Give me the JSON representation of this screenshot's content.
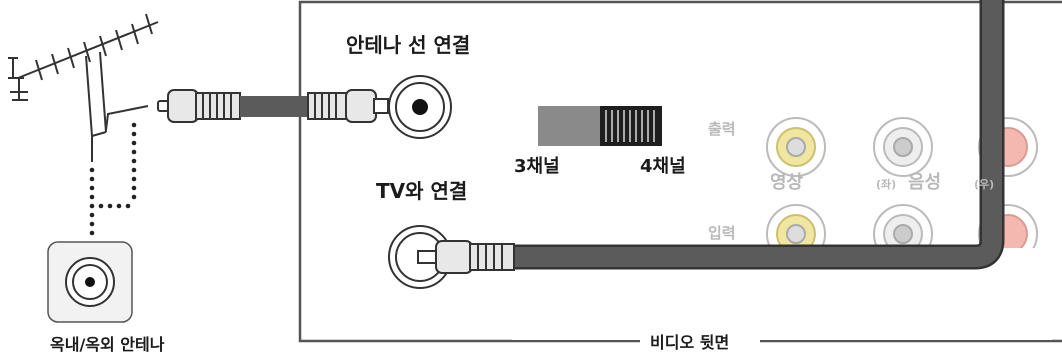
{
  "labels": {
    "antenna_connect": "안테나 선 연결",
    "tv_connect": "TV와 연결",
    "channel_3": "3채널",
    "channel_4": "4채널",
    "output": "출력",
    "input": "입력",
    "video": "영상",
    "left": "(좌)",
    "audio": "음성",
    "right": "(우)",
    "indoor_outdoor_antenna": "옥내/옥외 안테나",
    "vcr_rear": "비디오 뒷면"
  },
  "channel_switch": {
    "selected": "4채널"
  },
  "colors": {
    "cable": "#5b5b5b",
    "panel_border": "#555555",
    "video_jack": "#f1e6a0",
    "audio_left_jack": "#eeeeee",
    "audio_right_jack": "#f4b8b0",
    "text": "#1b1b1b",
    "muted_text": "#b9b9b9"
  }
}
